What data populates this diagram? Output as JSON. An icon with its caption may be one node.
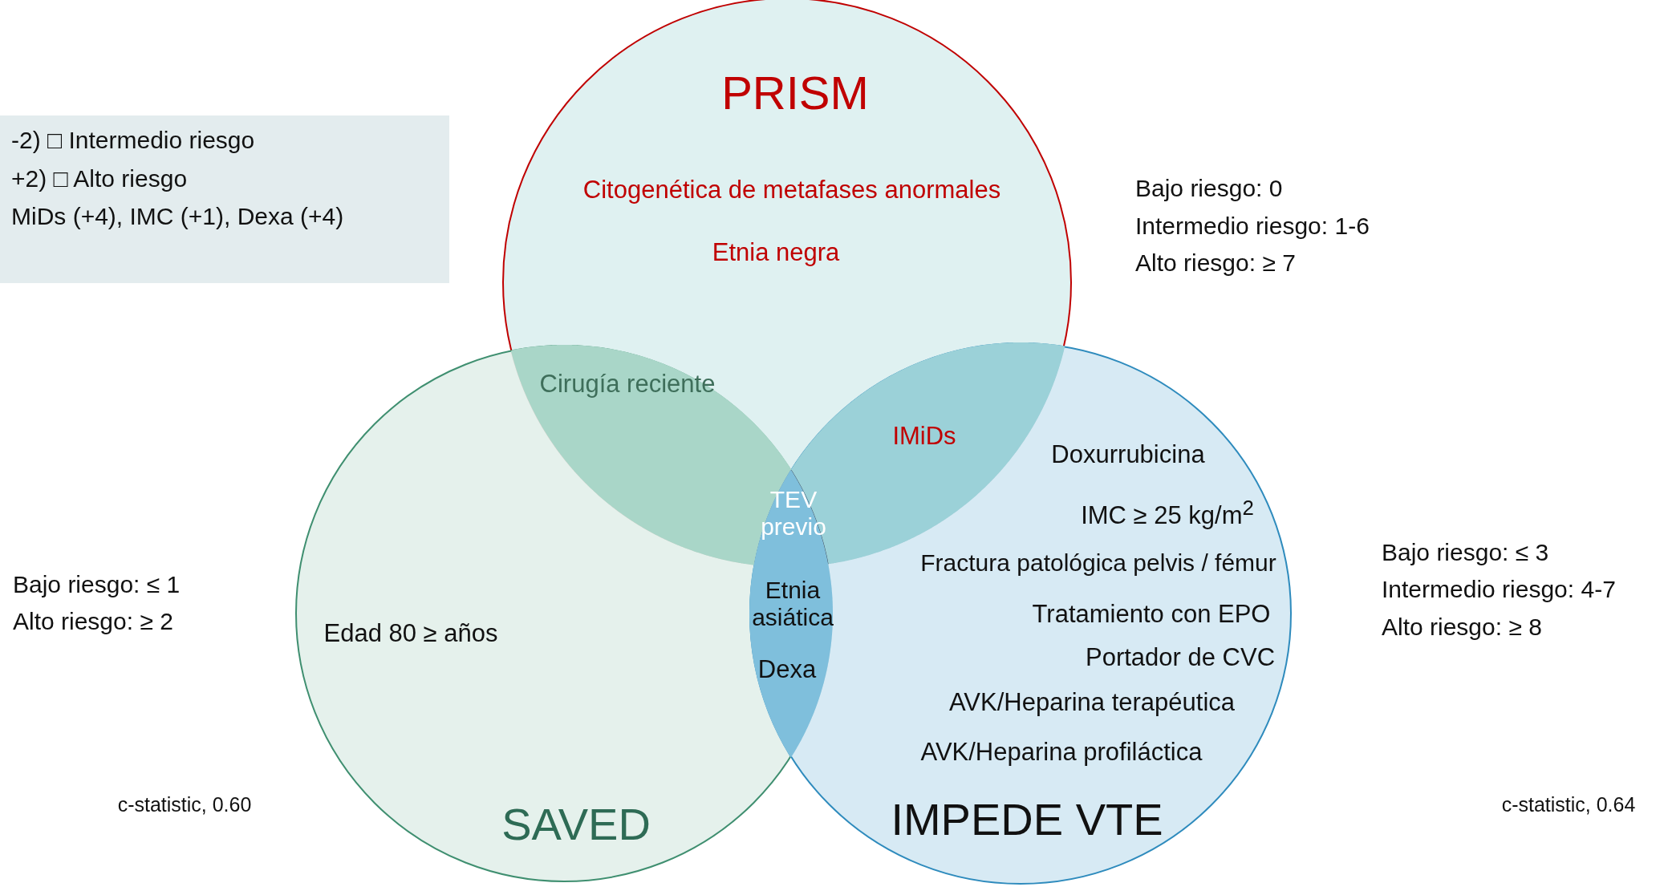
{
  "diagram": {
    "nodes": [
      {
        "text": [
          "PRISM",
          "Citogenética de metafases anormales",
          "Etnia negra"
        ],
        "beside": [
          "Bajo riesgo: 0",
          "Intermedio riesgo: 1-6",
          "Alto riesgo: ≥ 7"
        ]
      },
      {
        "text": [
          "Edad 80 ≥ años",
          "SAVED"
        ],
        "beside": [
          "Bajo riesgo: ≤ 1",
          "Alto riesgo: ≥ 2"
        ]
      },
      {
        "text": [
          "Doxurrubicina",
          "IMC ≥ 25 kg/m$^{2}$",
          "Fractura patológica pelvis / fémur",
          "Tratamiento con EPO",
          "Portador de CVC",
          "AVK/Heparina terapéutica",
          "AVK/Heparina profiláctica",
          "IMPEDE VTE"
        ],
        "beside": [
          "Bajo riesgo: ≤ 3",
          "Intermedio riesgo: 4-7",
          "Alto riesgo: ≥ 8"
        ]
      },
      {
        "text": [
          "Cirugía reciente"
        ]
      },
      {
        "text": [
          "IMiDs"
        ]
      },
      {
        "text": [
          "TEV previo"
        ]
      },
      {
        "text": [
          "Etnia asiática",
          "Dexa"
        ]
      },
      {
        "text": [
          "-2) □ Intermedio riesgo",
          "+2) □ Alto riesgo",
          "MiDs (+4), IMC (+1), Dexa (+4)"
        ]
      }
    ],
    "labels": [
      "c-statistic, 0.60",
      "c-statistic, 0.64"
    ]
  }
}
